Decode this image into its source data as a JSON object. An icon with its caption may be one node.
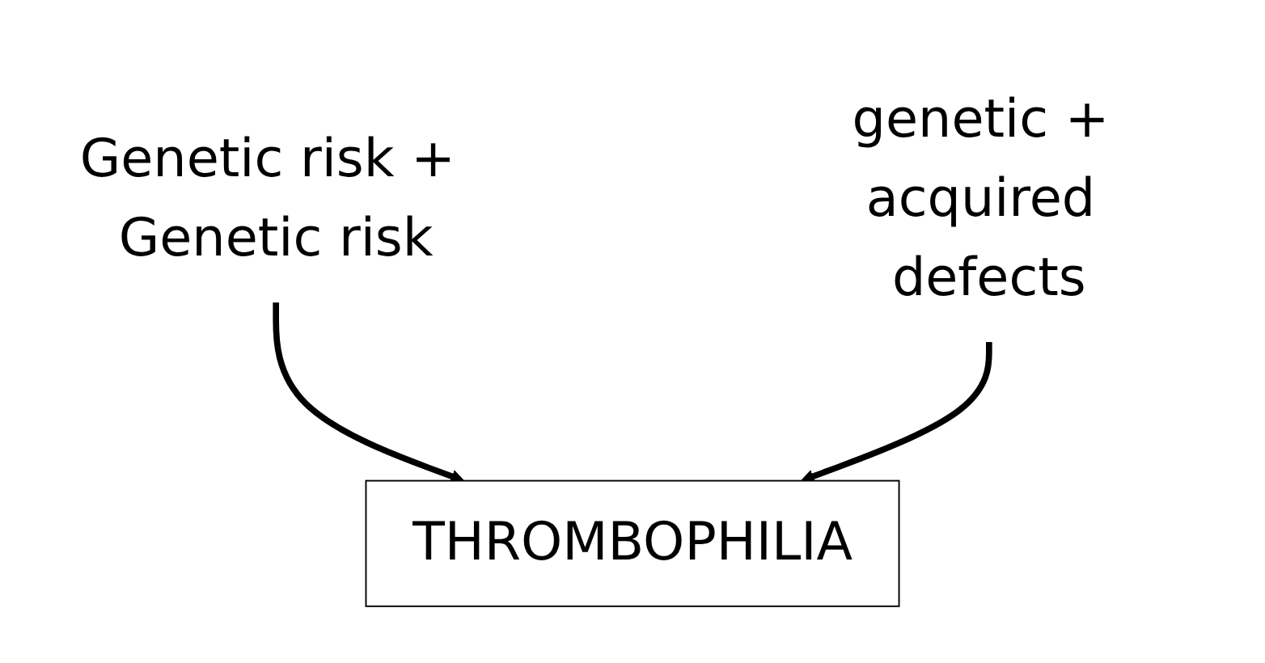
{
  "diagram": {
    "nodes": [
      {
        "text": [
          "Genetic risk + Genetic risk"
        ]
      },
      {
        "text": [
          "genetic + acquired defects"
        ]
      },
      {
        "text": [
          "THROMBOPHILIA"
        ]
      }
    ],
    "edges": [
      {
        "from": 0,
        "to": 2,
        "arrow": "to"
      },
      {
        "from": 1,
        "to": 2,
        "arrow": "to"
      }
    ]
  }
}
